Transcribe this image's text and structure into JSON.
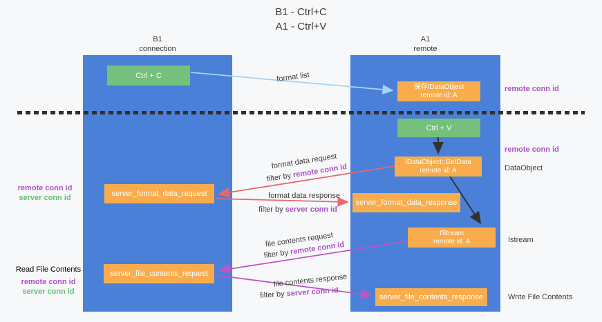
{
  "title": {
    "line1": "B1 - Ctrl+C",
    "line2": "A1 - Ctrl+V"
  },
  "columns": {
    "left": {
      "name": "B1",
      "sub": "connection"
    },
    "right": {
      "name": "A1",
      "sub": "remote"
    }
  },
  "boxes": {
    "ctrl_c": "Ctrl + C",
    "save_idataobject_line1": "保存IDataObject",
    "save_idataobject_line2": "remote id: A",
    "ctrl_v": "Ctrl + V",
    "getdata_line1": "IDataObject::GetData",
    "getdata_line2": "remote id: A",
    "format_request": "server_format_data_request",
    "format_response": "server_format_data_response",
    "istream_line1": "IStream",
    "istream_line2": "remote id: A",
    "file_request": "server_file_contents_request",
    "file_response": "server_file_contents_response"
  },
  "flow_labels": {
    "format_list": "format list",
    "format_data_request": "format data request",
    "format_data_response": "format data response",
    "file_contents_request": "file contents request",
    "file_contents_response": "file contents response",
    "filter_by": "filter by ",
    "remote_conn_id": "remote conn id",
    "server_conn_id": "server conn id"
  },
  "right_labels": {
    "remote_conn_id_top": "remote conn id",
    "remote_conn_id_mid": "remote conn id",
    "dataobject": "DataObject",
    "istream": "Istream",
    "write_file_contents": "Write File Contents"
  },
  "left_labels": {
    "remote_conn_id": "remote conn id",
    "server_conn_id": "server conn id",
    "read_file_contents": "Read File Contents",
    "remote_conn_id_2": "remote conn id",
    "server_conn_id_2": "server conn id"
  },
  "colors": {
    "column_blue": "#4a80d8",
    "box_green": "#76c07d",
    "box_orange": "#f9ac4c",
    "purple_text": "#ab53c5",
    "green_text": "#5fbe74",
    "red_arrow": "#e5696e",
    "magenta_arrow": "#c353c5",
    "light_blue_arrow": "#aad2f0",
    "black_arrow": "#333333"
  }
}
